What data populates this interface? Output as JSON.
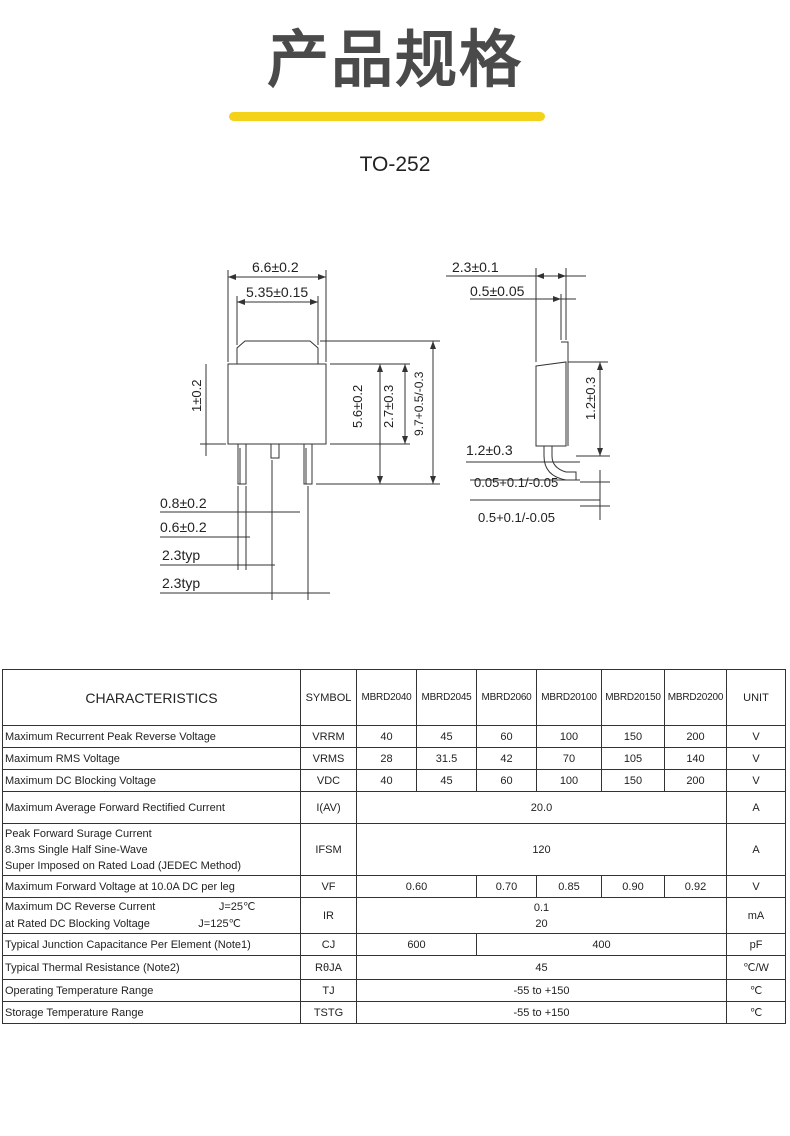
{
  "page": {
    "title": "产品规格",
    "package": "TO-252"
  },
  "dimensions": {
    "top_width": "6.6±0.2",
    "tab_width": "5.35±0.15",
    "side_thickness": "2.3±0.1",
    "side_tab": "0.5±0.05",
    "left_1": "1±0.2",
    "body_height": "5.6±0.2",
    "mid_height": "2.7±0.3",
    "total_height": "9.7+0.5/-0.3",
    "side_height": "1.2±0.3",
    "side_lead": "1.2±0.3",
    "side_lead_offset": "0.05+0.1/-0.05",
    "side_lead_thk": "0.5+0.1/-0.05",
    "lead_w1": "0.8±0.2",
    "lead_w2": "0.6±0.2",
    "pitch1": "2.3typ",
    "pitch2": "2.3typ"
  },
  "table": {
    "headers": [
      "CHARACTERISTICS",
      "SYMBOL",
      "MBRD2040",
      "MBRD2045",
      "MBRD2060",
      "MBRD20100",
      "MBRD20150",
      "MBRD20200",
      "UNIT"
    ],
    "rows": [
      {
        "name": "Maximum Recurrent Peak Reverse Voltage",
        "symbol": "VRRM",
        "values": [
          "40",
          "45",
          "60",
          "100",
          "150",
          "200"
        ],
        "unit": "V"
      },
      {
        "name": "Maximum RMS Voltage",
        "symbol": "VRMS",
        "values": [
          "28",
          "31.5",
          "42",
          "70",
          "105",
          "140"
        ],
        "unit": "V"
      },
      {
        "name": "Maximum DC Blocking Voltage",
        "symbol": "VDC",
        "values": [
          "40",
          "45",
          "60",
          "100",
          "150",
          "200"
        ],
        "unit": "V"
      },
      {
        "name": "Maximum Average Forward Rectified Current",
        "symbol": "I(AV)",
        "value": "20.0",
        "unit": "A"
      },
      {
        "name_lines": [
          "Peak Forward Surage Current",
          "8.3ms Single Half Sine-Wave",
          "Super Imposed on Rated Load (JEDEC Method)"
        ],
        "symbol": "IFSM",
        "value": "120",
        "unit": "A"
      },
      {
        "name": "Maximum  Forward Voltage at  10.0A DC per leg",
        "symbol": "VF",
        "values": [
          "0.60",
          "0.70",
          "0.85",
          "0.90",
          "0.92"
        ],
        "unit": "V"
      },
      {
        "name_lines": [
          "Maximum  DC Reverse Current",
          "at Rated DC Blocking Voltage"
        ],
        "conditions": [
          "J=25℃",
          "J=125℃"
        ],
        "symbol": "IR",
        "values": [
          "0.1",
          "20"
        ],
        "unit": "mA"
      },
      {
        "name": "Typical Junction Capacitance Per Element (Note1)",
        "symbol": "CJ",
        "values": [
          "600",
          "400"
        ],
        "unit": "pF"
      },
      {
        "name": "Typical Thermal Resistance (Note2)",
        "symbol": "RθJA",
        "value": "45",
        "unit": "℃/W"
      },
      {
        "name": "Operating Temperature Range",
        "symbol": "TJ",
        "value": "-55 to +150",
        "unit": "℃"
      },
      {
        "name": "Storage Temperature Range",
        "symbol": "TSTG",
        "value": "-55 to +150",
        "unit": "℃"
      }
    ]
  }
}
